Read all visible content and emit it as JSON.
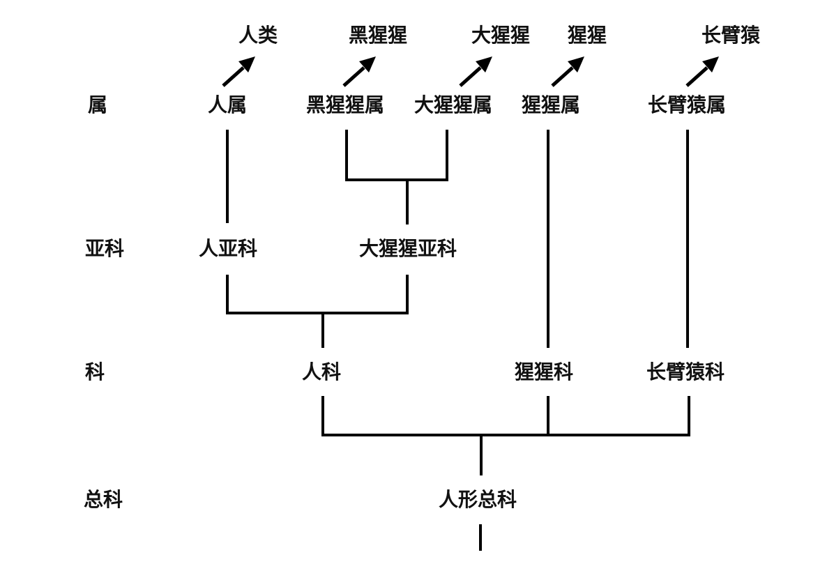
{
  "ranks": {
    "genus": "属",
    "subfamily": "亚科",
    "family": "科",
    "superfamily": "总科"
  },
  "species": {
    "human": "人类",
    "chimpanzee": "黑猩猩",
    "gorilla": "大猩猩",
    "orangutan": "猩猩",
    "gibbon": "长臂猿"
  },
  "genera": {
    "homo": "人属",
    "pan": "黑猩猩属",
    "gorilla": "大猩猩属",
    "pongo": "猩猩属",
    "hylobates": "长臂猿属"
  },
  "subfamilies": {
    "homininae": "人亚科",
    "gorillinae": "大猩猩亚科"
  },
  "families": {
    "hominidae": "人科",
    "pongidae": "猩猩科",
    "hylobatidae": "长臂猿科"
  },
  "superfamilies": {
    "hominoidea": "人形总科"
  }
}
